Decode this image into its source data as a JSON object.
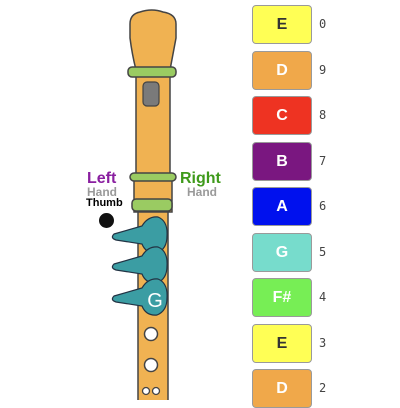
{
  "hands": {
    "left": {
      "main": "Left",
      "sub": "Hand",
      "color": "#8a1fa0"
    },
    "right": {
      "main": "Right",
      "sub": "Hand",
      "color": "#3f9a1b"
    },
    "thumb": "Thumb"
  },
  "fingering": {
    "current_note": "G",
    "finger_color": "#3b9da3"
  },
  "notes": [
    {
      "label": "E",
      "number": "0",
      "bg": "#ffff55",
      "fg": "#333333"
    },
    {
      "label": "D",
      "number": "9",
      "bg": "#f0a84a",
      "fg": "#ffffff"
    },
    {
      "label": "C",
      "number": "8",
      "bg": "#ee3322",
      "fg": "#ffffff"
    },
    {
      "label": "B",
      "number": "7",
      "bg": "#7a1780",
      "fg": "#ffffff"
    },
    {
      "label": "A",
      "number": "6",
      "bg": "#0011ee",
      "fg": "#ffffff"
    },
    {
      "label": "G",
      "number": "5",
      "bg": "#77dccc",
      "fg": "#ffffff"
    },
    {
      "label": "F#",
      "number": "4",
      "bg": "#77ee55",
      "fg": "#ffffff"
    },
    {
      "label": "E",
      "number": "3",
      "bg": "#ffff55",
      "fg": "#333333"
    },
    {
      "label": "D",
      "number": "2",
      "bg": "#f0a84a",
      "fg": "#ffffff"
    }
  ]
}
